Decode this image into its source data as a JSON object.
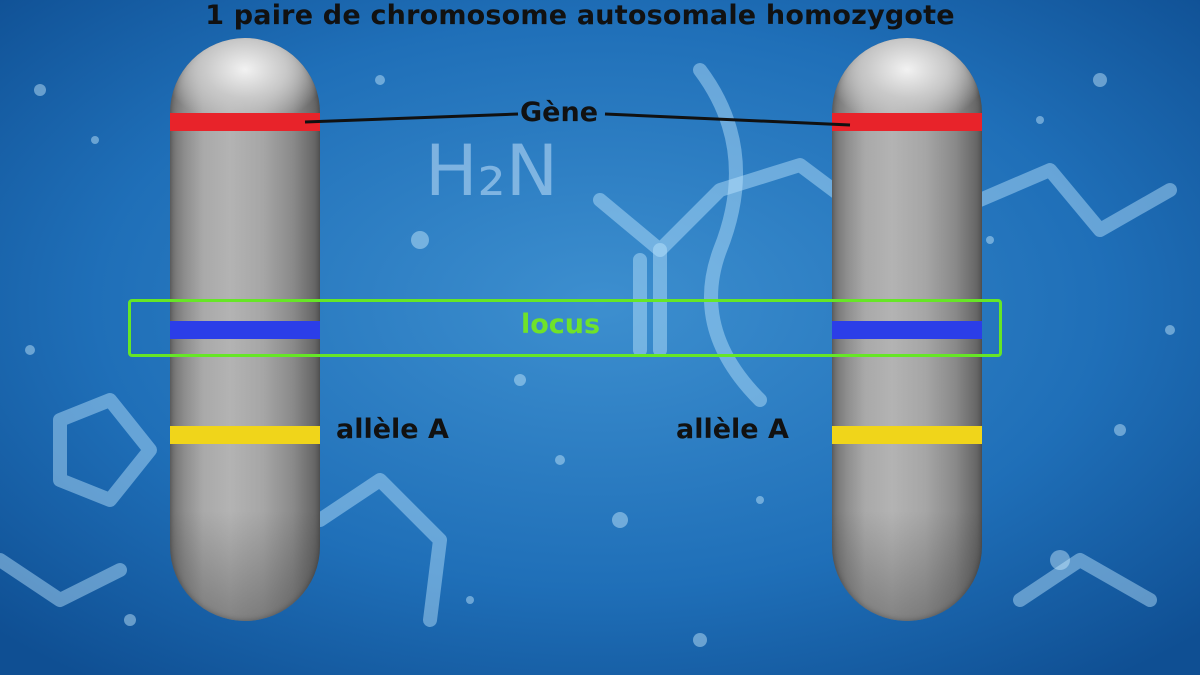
{
  "title": "1 paire de chromosome autosomale homozygote",
  "labels": {
    "gene": "Gène",
    "locus": "locus",
    "allele_left": "allèle A",
    "allele_right": "allèle A"
  },
  "colors": {
    "gene_band": "#e8232a",
    "locus_band": "#2b3ee8",
    "allele_band": "#f0d51a",
    "locus_box": "#66e626",
    "chromosome": "#a8a8a8"
  }
}
